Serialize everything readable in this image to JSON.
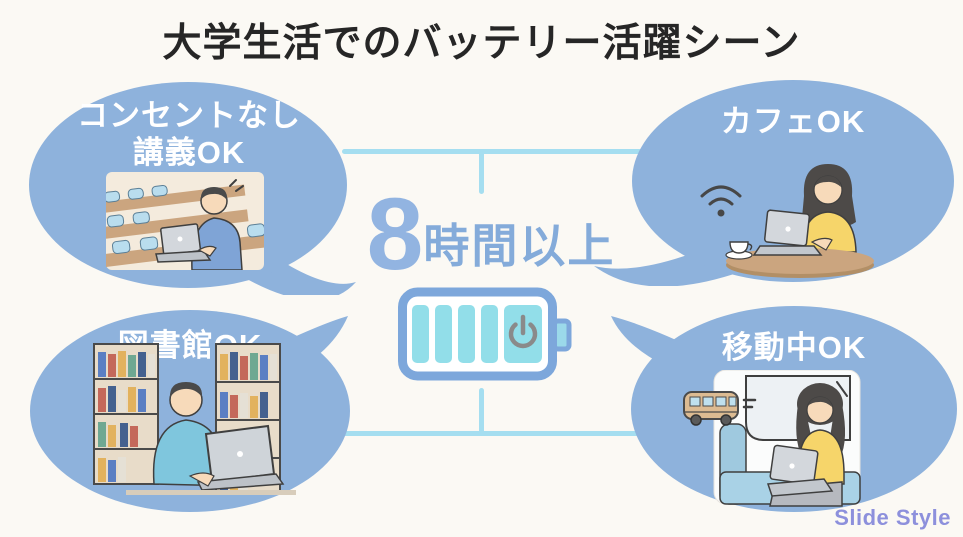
{
  "title": "大学生活でのバッテリー活躍シーン",
  "center": {
    "duration_number": "8",
    "duration_unit": "時間以上",
    "battery": {
      "filled_bars": 5,
      "icon": "battery-with-power-symbol"
    }
  },
  "bubbles": {
    "top_left": {
      "label_line1": "コンセントなし",
      "label_line2": "講義OK",
      "illustration": "student-laptop-lecture-hall"
    },
    "top_right": {
      "label": "カフェOK",
      "illustration": "woman-laptop-cafe-wifi"
    },
    "bottom_left": {
      "label": "図書館OK",
      "illustration": "student-laptop-library-bookshelves"
    },
    "bottom_right": {
      "label": "移動中OK",
      "illustration": "woman-laptop-bus-seat"
    }
  },
  "watermark": {
    "text": "Slide Style"
  },
  "colors": {
    "background": "#FBF9F4",
    "bubble": "#8EB2DC",
    "bubble_text": "#FFFFFF",
    "title_text": "#262626",
    "connector": "#A5DEF0",
    "accent_number": "#92B4E1",
    "accent_unit": "#84ABDA",
    "battery_outline": "#7DA7DB",
    "battery_bars": "#92DEE9",
    "power_symbol": "#8A8A8A",
    "watermark_text": "#8D90DC"
  }
}
